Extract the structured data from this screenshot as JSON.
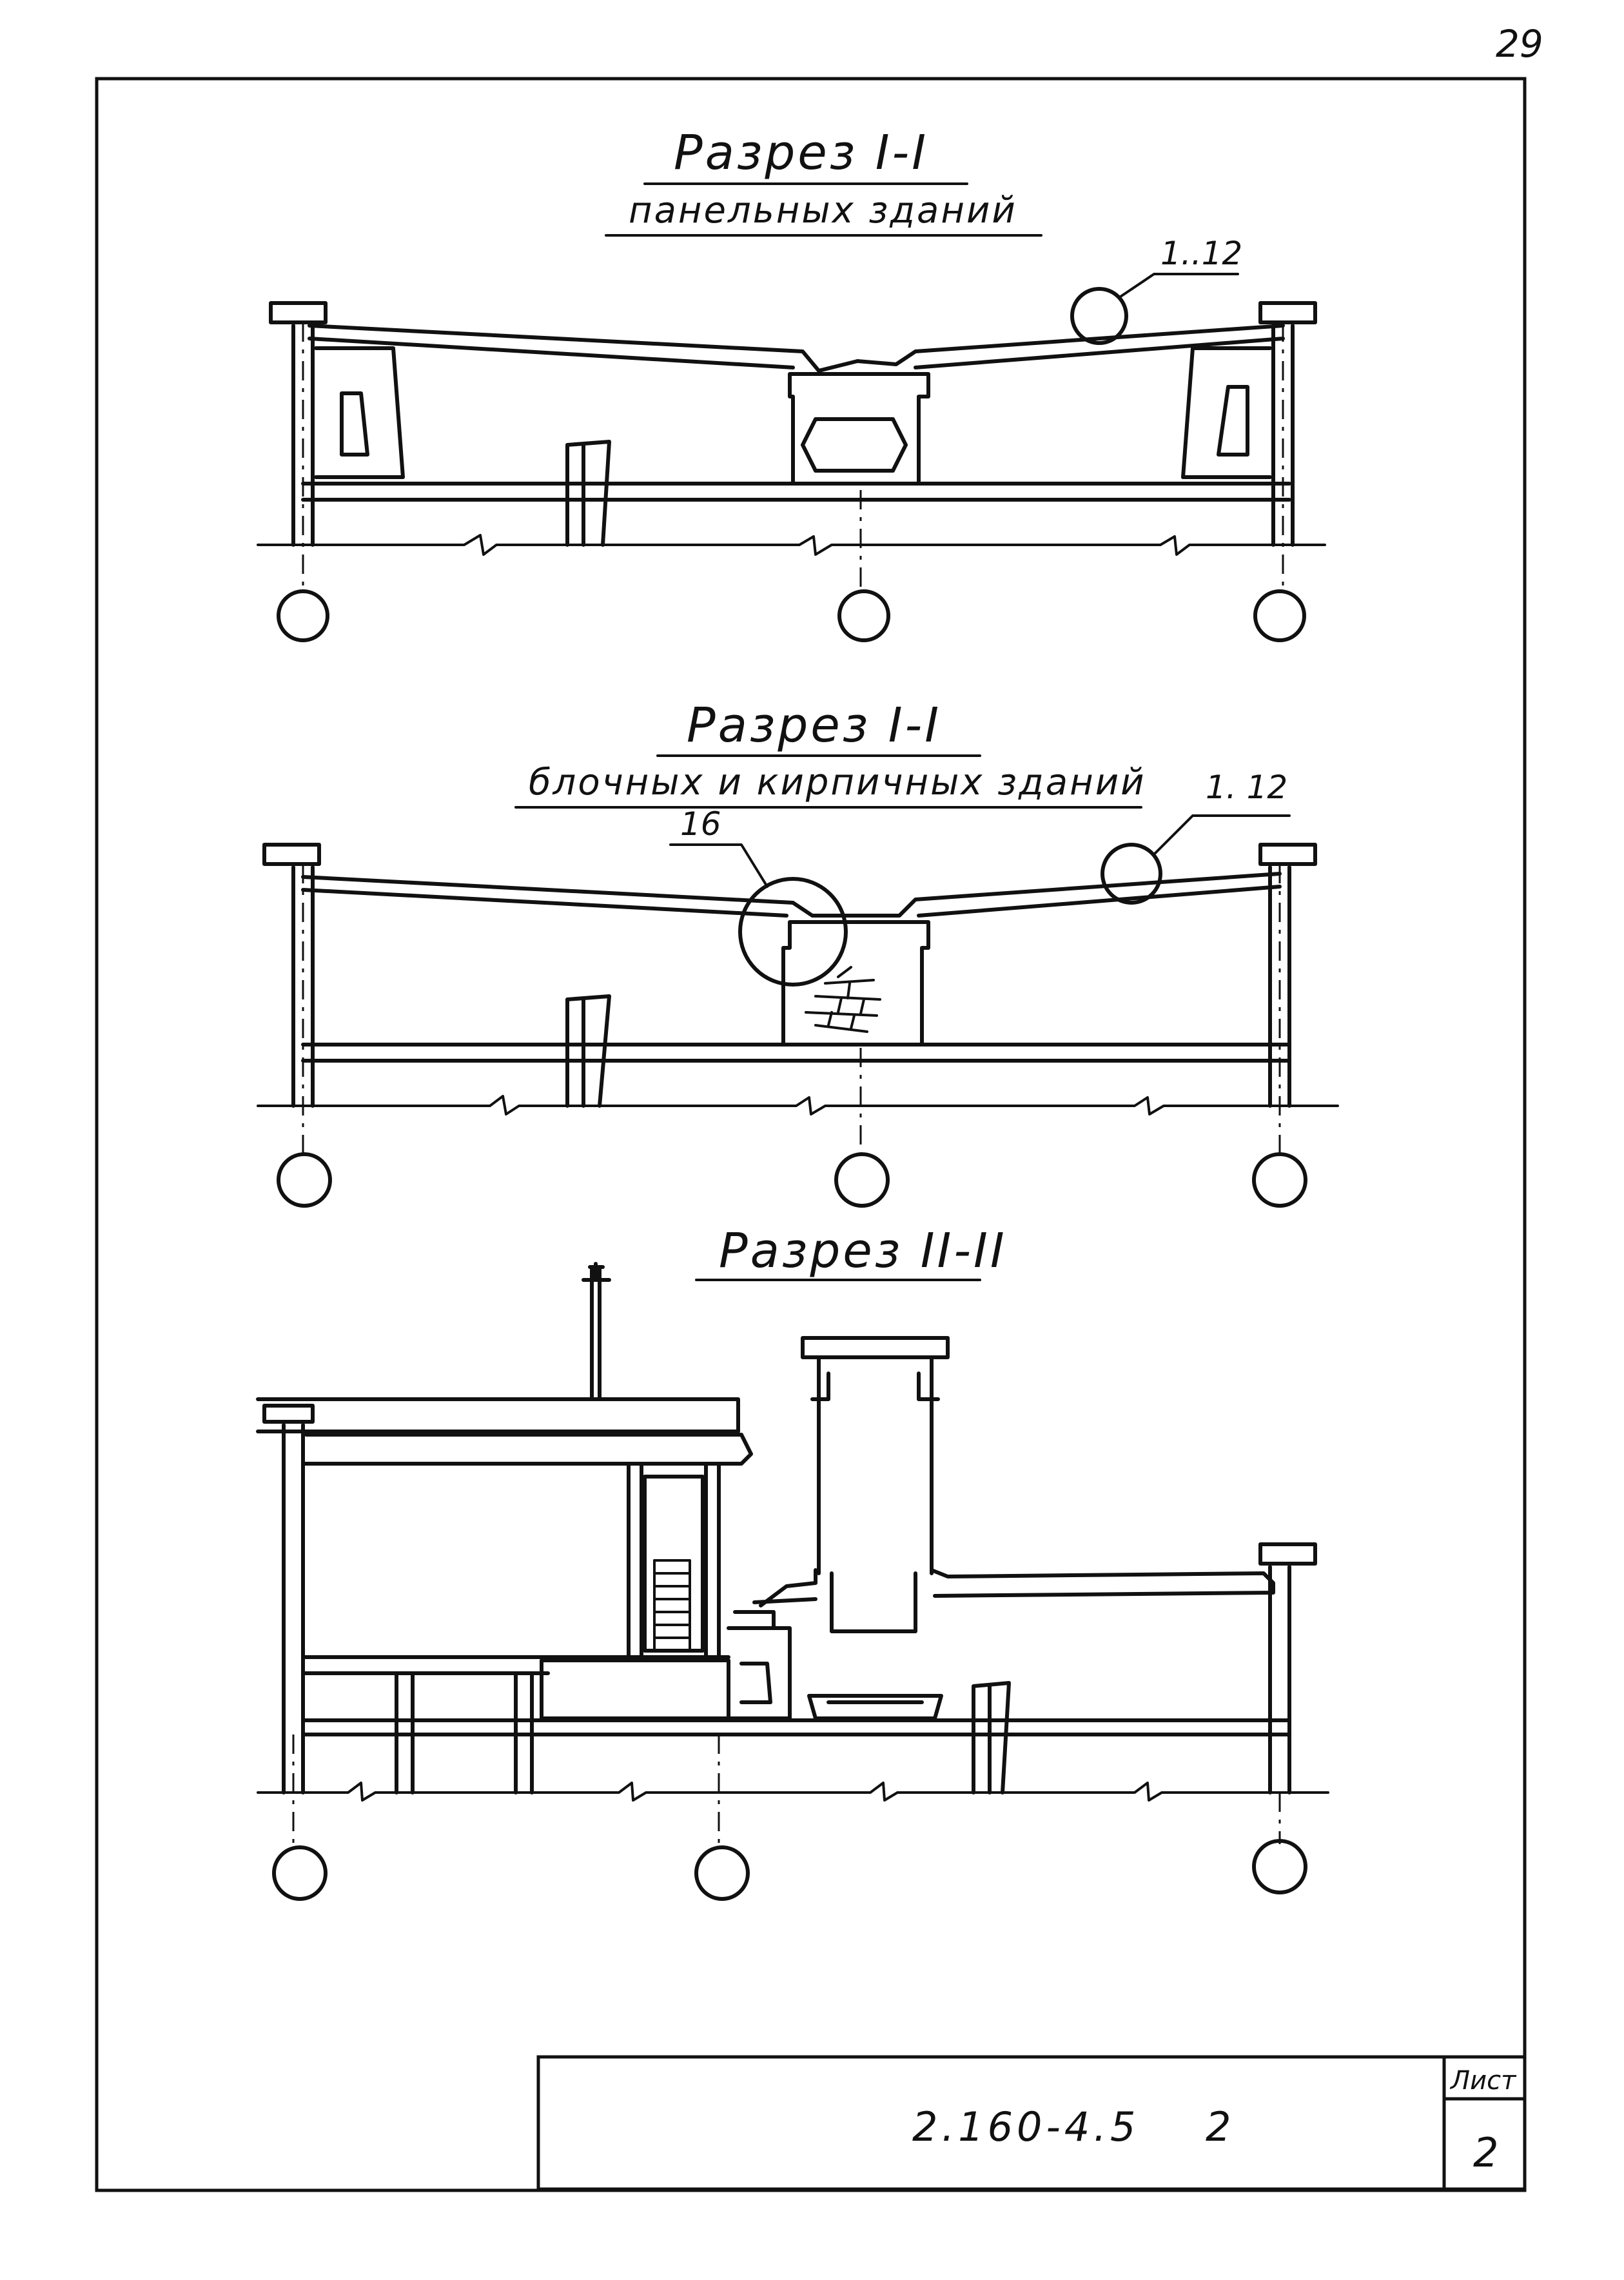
{
  "page": {
    "number": "29"
  },
  "sections": [
    {
      "title": "Разрез I-I",
      "subtitle": "панельных зданий",
      "callouts": [
        "1..12"
      ]
    },
    {
      "title": "Разрез I-I",
      "subtitle": "блочных и кирпичных зданий",
      "callouts": [
        "16",
        "1. 12"
      ]
    },
    {
      "title": "Разрез II-II",
      "subtitle": "",
      "callouts": []
    }
  ],
  "title_block": {
    "document_code": "2.160-4.5",
    "document_part": "2",
    "sheet_label": "Лист",
    "sheet_number": "2"
  }
}
